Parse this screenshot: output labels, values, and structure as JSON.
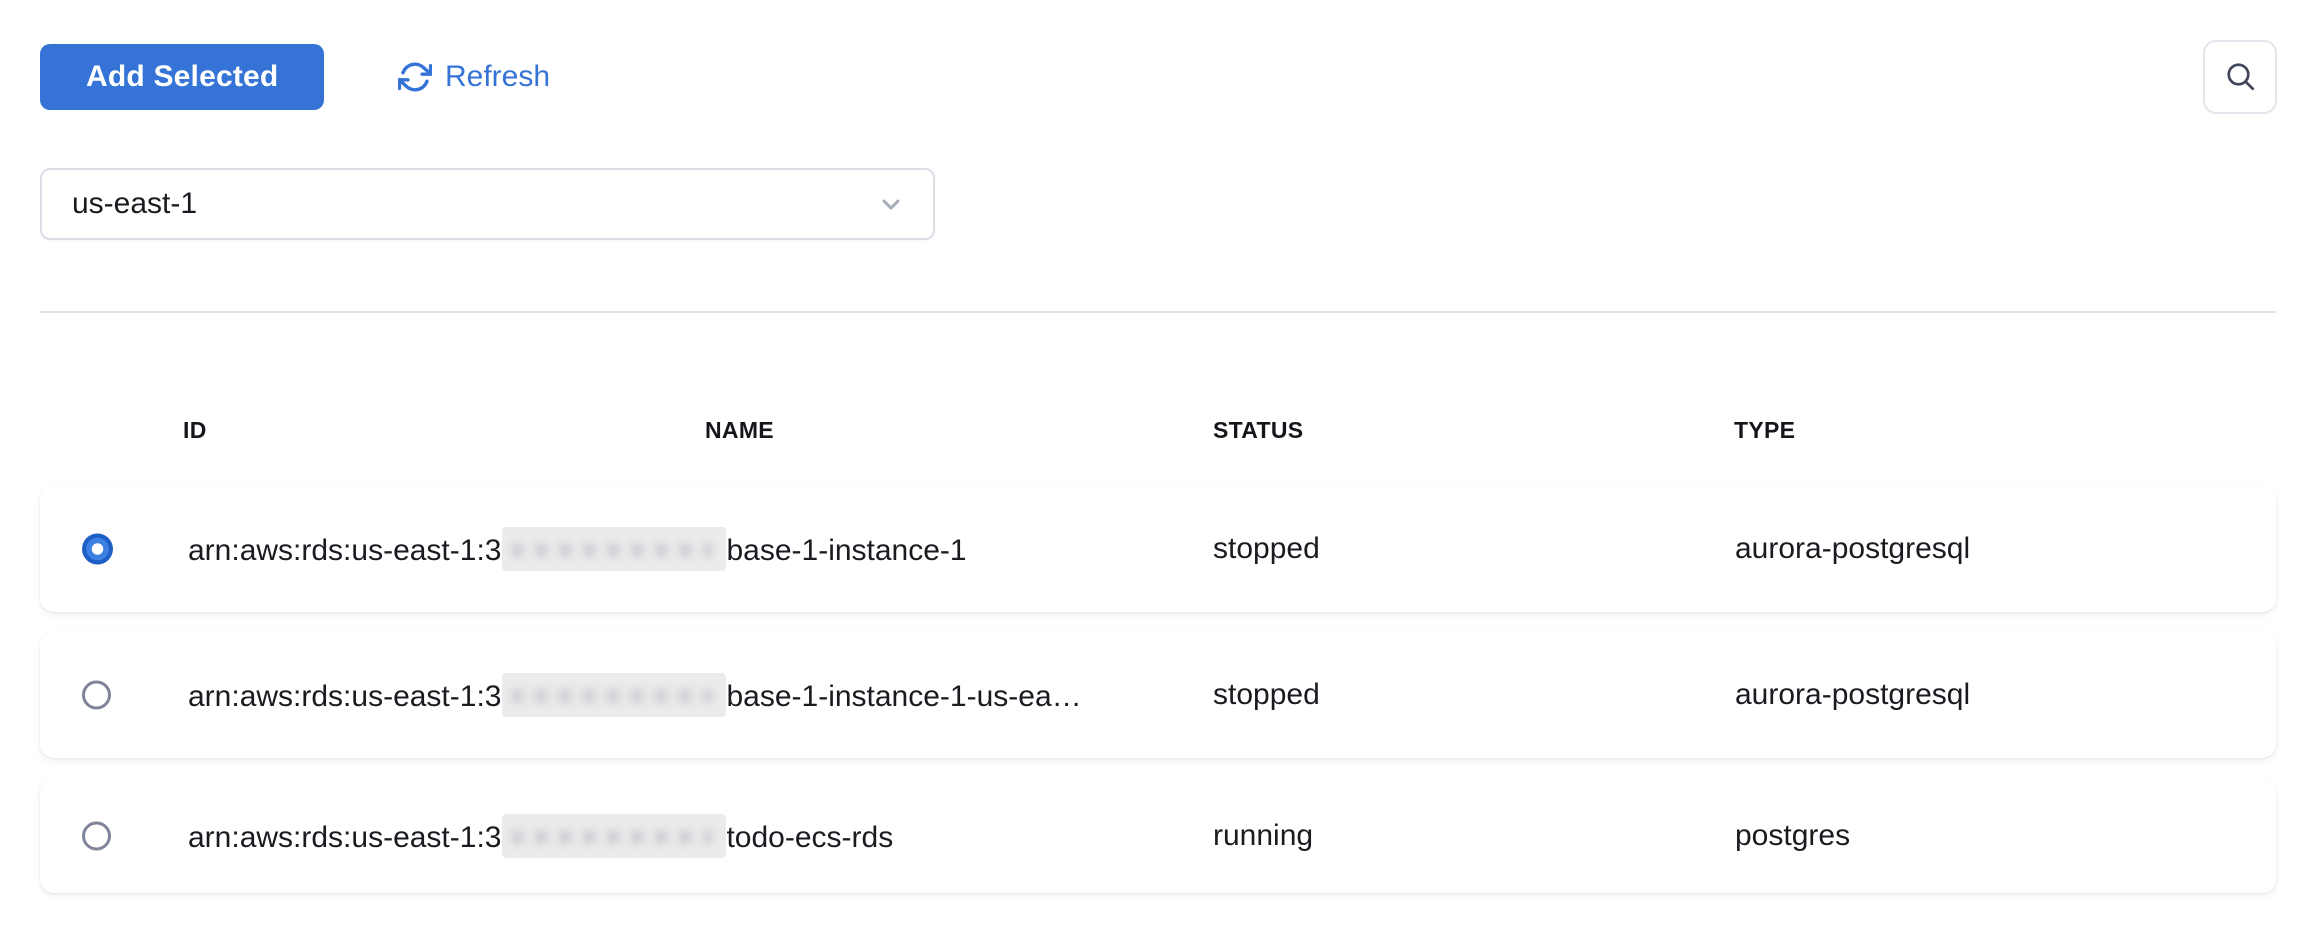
{
  "accent_color": "#3574d6",
  "colors": {
    "button_bg": "#3574d6",
    "radio_selected_fill": "#3c80e2",
    "radio_selected_ring": "#1e5fc5",
    "radio_unselected_ring": "#7f849a",
    "border_light": "#dcdee6",
    "redaction_bg": "#ebebec"
  },
  "icons": {
    "refresh": "circular-arrows",
    "search": "magnifier",
    "region_dropdown": "chevron-down"
  },
  "toolbar": {
    "add_selected_label": "Add Selected",
    "refresh_label": "Refresh"
  },
  "region_select": {
    "value": "us-east-1"
  },
  "table": {
    "headers": [
      "ID",
      "NAME",
      "STATUS",
      "TYPE"
    ],
    "rows": [
      {
        "selected": true,
        "id_prefix": "arn:aws:rds:us-east-1:3",
        "id_redacted": true,
        "name": "base-1-instance-1",
        "status": "stopped",
        "type": "aurora-postgresql"
      },
      {
        "selected": false,
        "id_prefix": "arn:aws:rds:us-east-1:3",
        "id_redacted": true,
        "name": "base-1-instance-1-us-ea…",
        "status": "stopped",
        "type": "aurora-postgresql"
      },
      {
        "selected": false,
        "id_prefix": "arn:aws:rds:us-east-1:3",
        "id_redacted": true,
        "name": "todo-ecs-rds",
        "status": "running",
        "type": "postgres"
      }
    ]
  }
}
